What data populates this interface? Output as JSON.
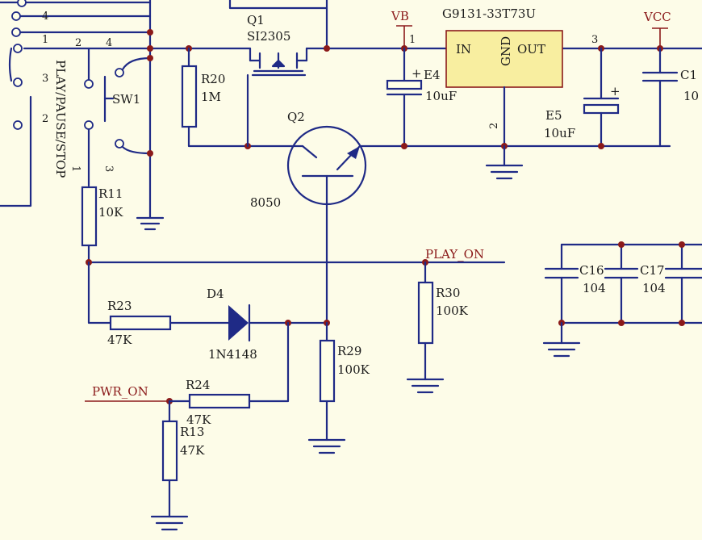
{
  "colors": {
    "background": "#fdfce8",
    "wire": "#1f2a86",
    "label": "#1a1a1a",
    "net": "#8b1a1a",
    "ic_fill": "#f8eea0"
  },
  "connector": {
    "pins": [
      "4",
      "1",
      "3",
      "2"
    ]
  },
  "switch": {
    "ref": "SW1",
    "function": "PLAY/PAUSE/STOP",
    "pins": [
      "2",
      "4",
      "1",
      "3"
    ]
  },
  "q1": {
    "ref": "Q1",
    "part": "SI2305"
  },
  "q2": {
    "ref": "Q2",
    "part": "8050"
  },
  "regulator": {
    "part": "G9131-33T73U",
    "pin_in": "IN",
    "pin_gnd": "GND",
    "pin_out": "OUT",
    "num_in": "1",
    "num_gnd": "2",
    "num_out": "3"
  },
  "nets": {
    "vb": "VB",
    "vcc": "VCC",
    "play_on": "PLAY_ON",
    "pwr_on": "PWR_ON"
  },
  "e4": {
    "ref": "E4",
    "value": "10uF"
  },
  "e5": {
    "ref": "E5",
    "value": "10uF"
  },
  "c1": {
    "ref": "C1",
    "value": "10"
  },
  "c16": {
    "ref": "C16",
    "value": "104"
  },
  "c17": {
    "ref": "C17",
    "value": "104"
  },
  "r11": {
    "ref": "R11",
    "value": "10K"
  },
  "r13": {
    "ref": "R13",
    "value": "47K"
  },
  "r20": {
    "ref": "R20",
    "value": "1M"
  },
  "r23": {
    "ref": "R23",
    "value": "47K"
  },
  "r24": {
    "ref": "R24",
    "value": "47K"
  },
  "r29": {
    "ref": "R29",
    "value": "100K"
  },
  "r30": {
    "ref": "R30",
    "value": "100K"
  },
  "d4": {
    "ref": "D4",
    "part": "1N4148"
  }
}
